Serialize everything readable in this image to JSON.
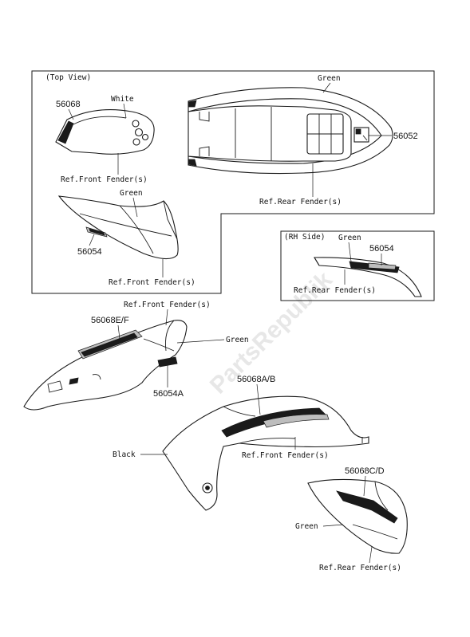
{
  "watermark": "PartsRepublik",
  "top_view": {
    "title": "(Top View)",
    "labels": {
      "part_56068": "56068",
      "white": "White",
      "green_seat": "Green",
      "part_56052": "56052",
      "ref_front_fender_1": "Ref.Front Fender(s)",
      "ref_rear_fender_1": "Ref.Rear Fender(s)",
      "green_tank": "Green",
      "part_56054": "56054",
      "ref_front_fender_2": "Ref.Front Fender(s)"
    }
  },
  "rh_side": {
    "title": "(RH Side)",
    "labels": {
      "green": "Green",
      "part_56054": "56054",
      "ref_rear_fender": "Ref.Rear Fender(s)"
    }
  },
  "lower": {
    "labels": {
      "ref_front_fender_top": "Ref.Front Fender(s)",
      "part_56068EF": "56068E/F",
      "green_right": "Green",
      "part_56054A": "56054A",
      "part_56068AB": "56068A/B",
      "black": "Black",
      "ref_front_fender_mid": "Ref.Front Fender(s)",
      "part_56068CD": "56068C/D",
      "green_tail": "Green",
      "ref_rear_fender_bottom": "Ref.Rear Fender(s)"
    }
  }
}
